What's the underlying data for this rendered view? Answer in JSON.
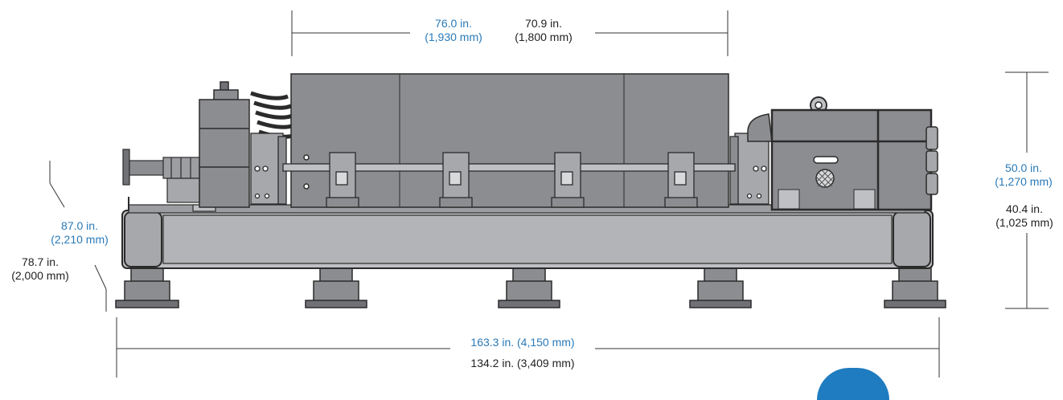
{
  "colors": {
    "metric_accent": "#2a7ab8",
    "imperial_text": "#222222",
    "machine_fill": "#8c8d91",
    "machine_dark": "#707176",
    "base_frame": "#bfc0c3",
    "outline": "#2b2b2b"
  },
  "dimensions": {
    "top_blue": {
      "in": "76.0 in.",
      "mm": "(1,930 mm)"
    },
    "top_black": {
      "in": "70.9 in.",
      "mm": "(1,800 mm)"
    },
    "left_blue": {
      "in": "87.0 in.",
      "mm": "(2,210 mm)"
    },
    "left_black": {
      "in": "78.7 in.",
      "mm": "(2,000 mm)"
    },
    "right_blue": {
      "in": "50.0 in.",
      "mm": "(1,270 mm)"
    },
    "right_black": {
      "in": "40.4 in.",
      "mm": "(1,025 mm)"
    },
    "bottom_blue": "163.3 in. (4,150 mm)",
    "bottom_black": "134.2 in. (3,409 mm)"
  }
}
